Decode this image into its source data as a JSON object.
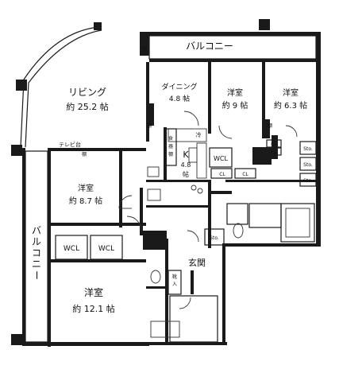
{
  "rooms": {
    "living": {
      "name": "リビング",
      "size": "約 25.2 帖"
    },
    "dining": {
      "name": "ダイニング",
      "size": "4.8 帖"
    },
    "bedroom_a": {
      "name": "洋室",
      "size": "約 9 帖"
    },
    "bedroom_b": {
      "name": "洋室",
      "size": "約 6.3 帖"
    },
    "kitchen": {
      "name": "K",
      "size": "4.8",
      "unit": "帖"
    },
    "bedroom_c": {
      "name": "洋室",
      "size": "約 8.7 帖"
    },
    "bedroom_d": {
      "name": "洋室",
      "size": "約 12.1 帖"
    },
    "entrance": {
      "name": "玄関"
    }
  },
  "balconies": {
    "top": "バルコニー",
    "left": [
      "バ",
      "ル",
      "コ",
      "ニ",
      "ー"
    ]
  },
  "labels": {
    "tv_stand": "テレビ台",
    "shelf": "棚",
    "wcl": "WCL",
    "cl": "CL",
    "sto": "Sto.",
    "fridge": "冷",
    "pantry": [
      "食",
      "器",
      "棚"
    ],
    "shoe": [
      "靴",
      "入"
    ]
  }
}
